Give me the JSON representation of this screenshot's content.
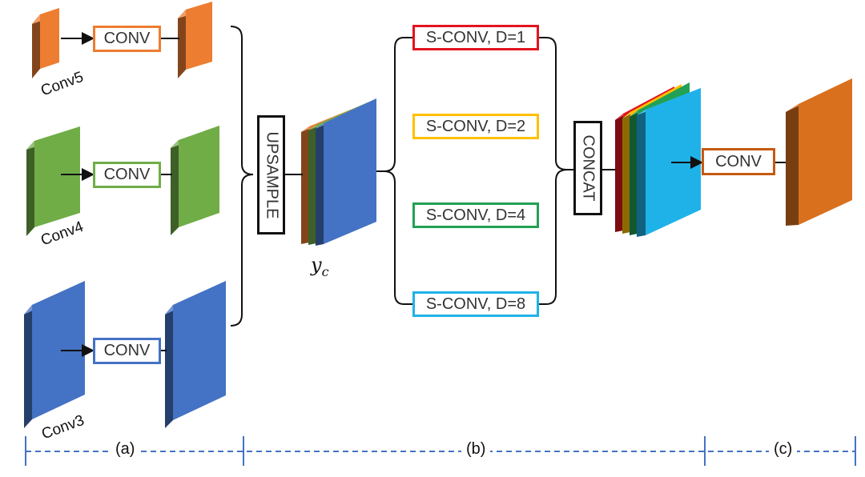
{
  "colors": {
    "conv5": "#ED7D31",
    "conv4": "#70AD47",
    "conv3": "#4472C4",
    "dilation_1": "#E3141E",
    "dilation_2": "#FFC000",
    "dilation_4": "#21A153",
    "dilation_8": "#1FB2E8",
    "output": "#D9701E",
    "section_axis": "#4472C4"
  },
  "branch_a": {
    "layers": [
      {
        "name": "Conv5",
        "op": "CONV",
        "color": "#ED7D31",
        "icon": "feature-map-block"
      },
      {
        "name": "Conv4",
        "op": "CONV",
        "color": "#70AD47",
        "icon": "feature-map-block"
      },
      {
        "name": "Conv3",
        "op": "CONV",
        "color": "#4472C4",
        "icon": "feature-map-block"
      }
    ],
    "upsample_label": "UPSAMPLE",
    "merged_label_main": "y",
    "merged_label_sub": "c"
  },
  "branch_b": {
    "sconv_labels": [
      "S-CONV, D=1",
      "S-CONV, D=2",
      "S-CONV, D=4",
      "S-CONV, D=8"
    ],
    "concat_label": "CONCAT"
  },
  "branch_c": {
    "conv_label": "CONV"
  },
  "sections": [
    "(a)",
    "(b)",
    "(c)"
  ]
}
